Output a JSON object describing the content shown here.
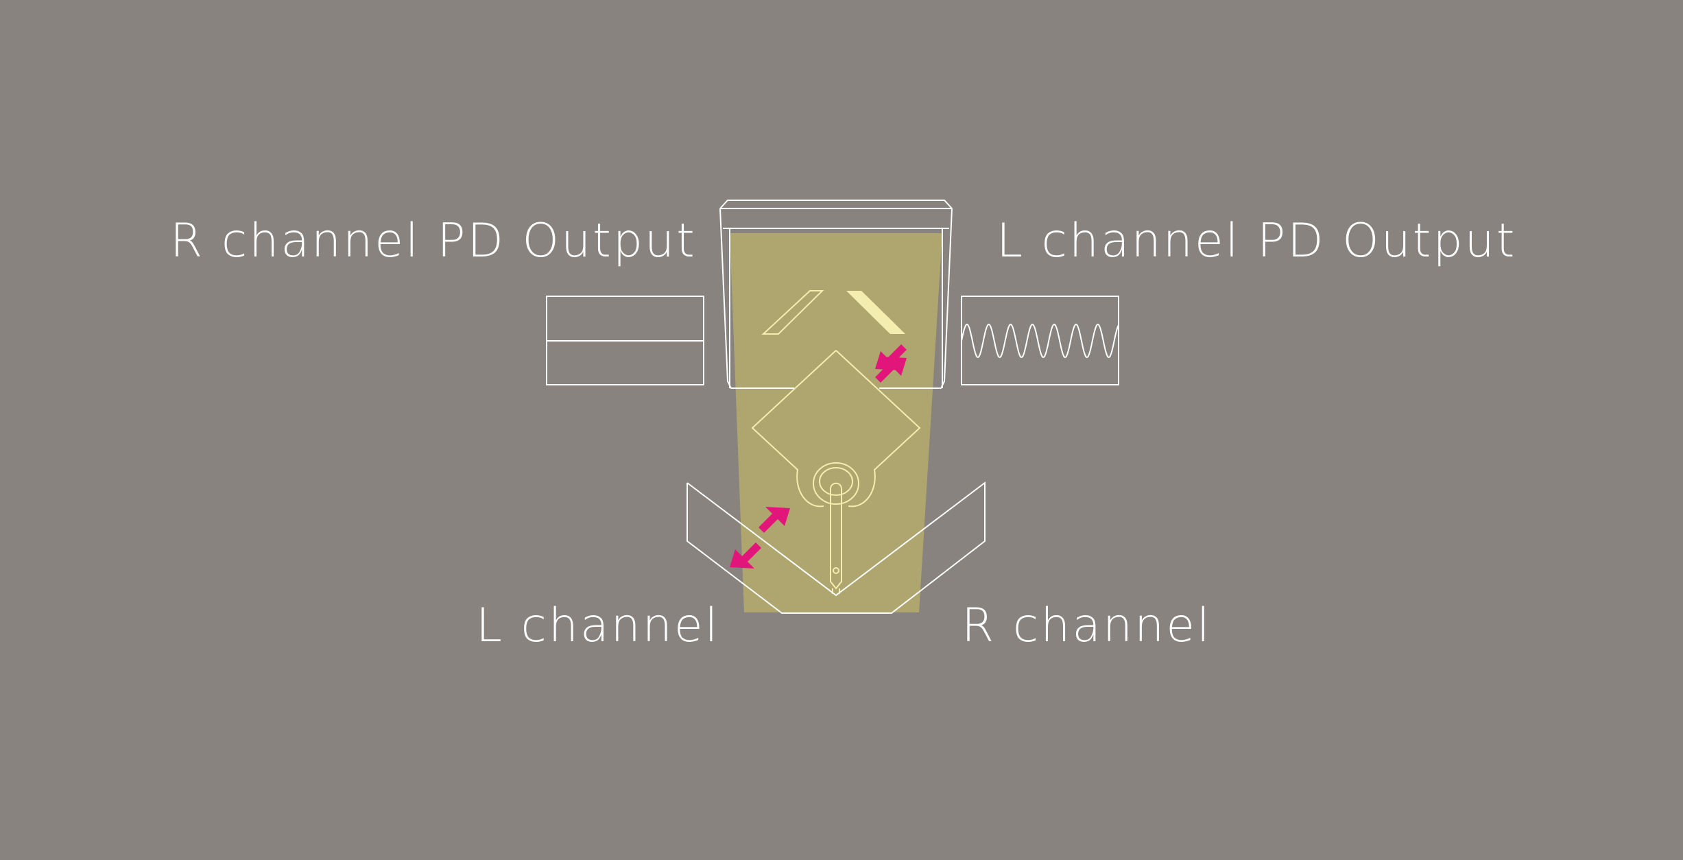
{
  "diagram": {
    "background": "#88837f",
    "beam_color": "#aea66e",
    "line_color": "#ffffff",
    "prism_color": "#f3eeb0",
    "arrow_color": "#e2157b"
  },
  "labels": {
    "r_channel_pd_output": "R channel PD Output",
    "l_channel_pd_output": "L channel PD Output",
    "l_channel": "L channel",
    "r_channel": "R channel"
  },
  "outputs": {
    "r_channel_signal": "flat",
    "l_channel_signal": "sine"
  }
}
